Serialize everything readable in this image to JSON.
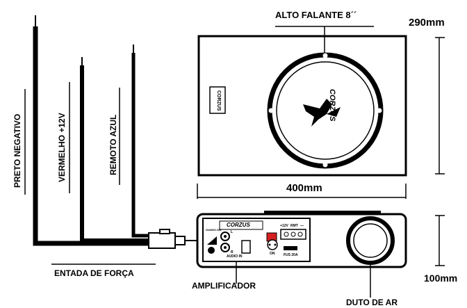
{
  "labels": {
    "speaker": "ALTO FALANTE 8´´",
    "height_top": "290mm",
    "width": "400mm",
    "height_bottom": "100mm",
    "wire_negative": "PRETO NEGATIVO",
    "wire_positive": "VERMELHO   +12V",
    "wire_remote": "REMOTO AZUL",
    "power_input": "ENTADA DE FORÇA",
    "amplifier": "AMPLIFICADOR",
    "air_duct": "DUTO DE AR"
  },
  "panel": {
    "brand": "CORZUS",
    "model": "CORZUS",
    "speaker_brand": "CORZUS",
    "ganho_label": "GANHO DW",
    "l_label": "L",
    "r_label": "R",
    "audio_in": "AUDIO IN",
    "on_label": "ON",
    "fus_label": "FUS 20A",
    "v12_label": "+12V",
    "rmt_label": "RMT",
    "gnd_label": "—"
  },
  "colors": {
    "ink": "#000000",
    "paper": "#ffffff",
    "accent": "#d42020"
  }
}
